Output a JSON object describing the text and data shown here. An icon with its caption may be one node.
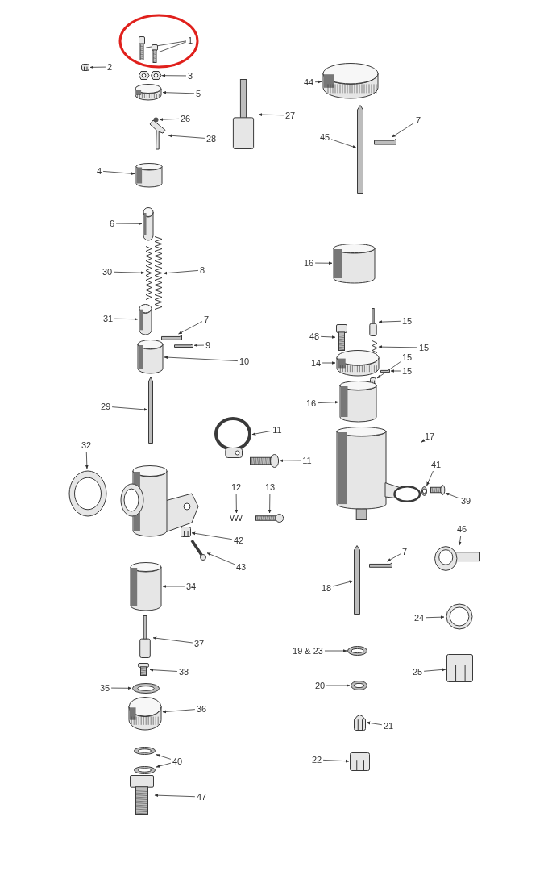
{
  "diagram": {
    "nodes": [
      {
        "text": [
          "1"
        ]
      },
      {
        "text": [],
        "shape": "picture"
      },
      {
        "text": [],
        "shape": "picture"
      },
      {
        "text": [
          "2"
        ]
      },
      {
        "text": [],
        "shape": "picture"
      },
      {
        "text": [
          "3"
        ]
      },
      {
        "text": [],
        "shape": "picture"
      },
      {
        "text": [
          "5"
        ]
      },
      {
        "text": [],
        "shape": "picture"
      },
      {
        "text": [
          "26"
        ]
      },
      {
        "text": [],
        "shape": "circle"
      },
      {
        "text": [
          "28"
        ]
      },
      {
        "text": [],
        "shape": "picture"
      },
      {
        "text": [
          "4"
        ]
      },
      {
        "text": [],
        "shape": "picture"
      },
      {
        "text": [
          "27"
        ]
      },
      {
        "text": [],
        "shape": "picture"
      },
      {
        "text": [
          "44"
        ]
      },
      {
        "text": [],
        "shape": "picture"
      },
      {
        "text": [
          "45"
        ]
      },
      {
        "text": [],
        "shape": "bar"
      },
      {
        "text": [
          "7"
        ]
      },
      {
        "text": [],
        "shape": "bar"
      },
      {
        "text": [
          "6"
        ]
      },
      {
        "text": [],
        "shape": "picture"
      },
      {
        "text": [
          "30"
        ]
      },
      {
        "text": [],
        "shape": "picture"
      },
      {
        "text": [
          "8"
        ]
      },
      {
        "text": [],
        "shape": "picture"
      },
      {
        "text": [
          "31"
        ]
      },
      {
        "text": [],
        "shape": "picture"
      },
      {
        "text": [
          "7"
        ]
      },
      {
        "text": [],
        "shape": "bar"
      },
      {
        "text": [
          "9"
        ]
      },
      {
        "text": [],
        "shape": "bar"
      },
      {
        "text": [
          "10"
        ]
      },
      {
        "text": [],
        "shape": "picture"
      },
      {
        "text": [
          "29"
        ]
      },
      {
        "text": [],
        "shape": "bar"
      },
      {
        "text": [
          "11"
        ]
      },
      {
        "text": [],
        "shape": "circle"
      },
      {
        "text": [
          "11"
        ]
      },
      {
        "text": [],
        "shape": "picture"
      },
      {
        "text": [
          "32"
        ]
      },
      {
        "text": [],
        "shape": "picture"
      },
      {
        "text": [
          "12"
        ]
      },
      {
        "text": [],
        "shape": "picture"
      },
      {
        "text": [
          "13"
        ]
      },
      {
        "text": [],
        "shape": "picture"
      },
      {
        "text": [
          "42"
        ]
      },
      {
        "text": [],
        "shape": "picture"
      },
      {
        "text": [
          "43"
        ]
      },
      {
        "text": [],
        "shape": "picture"
      },
      {
        "text": [
          "34"
        ]
      },
      {
        "text": [],
        "shape": "picture"
      },
      {
        "text": [
          "37"
        ]
      },
      {
        "text": [],
        "shape": "picture"
      },
      {
        "text": [
          "38"
        ]
      },
      {
        "text": [],
        "shape": "picture"
      },
      {
        "text": [
          "35"
        ]
      },
      {
        "text": [],
        "shape": "picture"
      },
      {
        "text": [
          "36"
        ]
      },
      {
        "text": [],
        "shape": "picture"
      },
      {
        "text": [
          "40"
        ]
      },
      {
        "text": [],
        "shape": "picture"
      },
      {
        "text": [],
        "shape": "picture"
      },
      {
        "text": [
          "47"
        ]
      },
      {
        "text": [],
        "shape": "picture"
      },
      {
        "text": [
          "16"
        ]
      },
      {
        "text": [],
        "shape": "picture"
      },
      {
        "text": [
          "48"
        ]
      },
      {
        "text": [],
        "shape": "picture"
      },
      {
        "text": [
          "15"
        ]
      },
      {
        "text": [],
        "shape": "picture"
      },
      {
        "text": [
          "15"
        ]
      },
      {
        "text": [],
        "shape": "picture"
      },
      {
        "text": [
          "15"
        ]
      },
      {
        "text": [],
        "shape": "picture"
      },
      {
        "text": [
          "15"
        ]
      },
      {
        "text": [],
        "shape": "bar"
      },
      {
        "text": [
          "14"
        ]
      },
      {
        "text": [],
        "shape": "picture"
      },
      {
        "text": [
          "16"
        ]
      },
      {
        "text": [],
        "shape": "picture"
      },
      {
        "text": [
          "17"
        ]
      },
      {
        "text": [],
        "shape": "picture"
      },
      {
        "text": [
          "41"
        ]
      },
      {
        "text": [],
        "shape": "picture"
      },
      {
        "text": [
          "39"
        ]
      },
      {
        "text": [],
        "shape": "picture"
      },
      {
        "text": [
          "46"
        ]
      },
      {
        "text": [],
        "shape": "picture"
      },
      {
        "text": [
          "7"
        ]
      },
      {
        "text": [],
        "shape": "bar"
      },
      {
        "text": [
          "18"
        ]
      },
      {
        "text": [],
        "shape": "bar"
      },
      {
        "text": [
          "24"
        ]
      },
      {
        "text": [],
        "shape": "picture"
      },
      {
        "text": [
          "19 & 23"
        ]
      },
      {
        "text": [],
        "shape": "picture"
      },
      {
        "text": [
          "25"
        ]
      },
      {
        "text": [],
        "shape": "picture"
      },
      {
        "text": [
          "20"
        ]
      },
      {
        "text": [],
        "shape": "picture"
      },
      {
        "text": [
          "21"
        ]
      },
      {
        "text": [],
        "shape": "picture"
      },
      {
        "text": [
          "22"
        ]
      },
      {
        "text": [],
        "shape": "picture"
      }
    ],
    "edges": [
      {
        "from": 0,
        "to": 1,
        "arrow": "none"
      },
      {
        "from": 0,
        "to": 2,
        "arrow": "none"
      },
      {
        "from": 3,
        "to": 4,
        "arrow": "to"
      },
      {
        "from": 5,
        "to": 6,
        "arrow": "to"
      },
      {
        "from": 7,
        "to": 8,
        "arrow": "to"
      },
      {
        "from": 9,
        "to": 10,
        "arrow": "to"
      },
      {
        "from": 11,
        "to": 12,
        "arrow": "to"
      },
      {
        "from": 13,
        "to": 14,
        "arrow": "to"
      },
      {
        "from": 15,
        "to": 16,
        "arrow": "to"
      },
      {
        "from": 17,
        "to": 18,
        "arrow": "to"
      },
      {
        "from": 19,
        "to": 20,
        "arrow": "to"
      },
      {
        "from": 21,
        "to": 22,
        "arrow": "to"
      },
      {
        "from": 23,
        "to": 24,
        "arrow": "to"
      },
      {
        "from": 25,
        "to": 26,
        "arrow": "to"
      },
      {
        "from": 27,
        "to": 28,
        "arrow": "to"
      },
      {
        "from": 29,
        "to": 30,
        "arrow": "to"
      },
      {
        "from": 31,
        "to": 32,
        "arrow": "to"
      },
      {
        "from": 33,
        "to": 34,
        "arrow": "to"
      },
      {
        "from": 35,
        "to": 36,
        "arrow": "to"
      },
      {
        "from": 37,
        "to": 38,
        "arrow": "to"
      },
      {
        "from": 39,
        "to": 40,
        "arrow": "to"
      },
      {
        "from": 41,
        "to": 42,
        "arrow": "to"
      },
      {
        "from": 43,
        "to": 44,
        "arrow": "to"
      },
      {
        "from": 45,
        "to": 46,
        "arrow": "to"
      },
      {
        "from": 47,
        "to": 48,
        "arrow": "to"
      },
      {
        "from": 49,
        "to": 50,
        "arrow": "to"
      },
      {
        "from": 51,
        "to": 52,
        "arrow": "to"
      },
      {
        "from": 53,
        "to": 54,
        "arrow": "to"
      },
      {
        "from": 55,
        "to": 56,
        "arrow": "to"
      },
      {
        "from": 57,
        "to": 58,
        "arrow": "to"
      },
      {
        "from": 59,
        "to": 60,
        "arrow": "to"
      },
      {
        "from": 61,
        "to": 62,
        "arrow": "to"
      },
      {
        "from": 63,
        "to": 64,
        "arrow": "to"
      },
      {
        "from": 63,
        "to": 65,
        "arrow": "to"
      },
      {
        "from": 66,
        "to": 67,
        "arrow": "to"
      },
      {
        "from": 68,
        "to": 69,
        "arrow": "to"
      },
      {
        "from": 70,
        "to": 71,
        "arrow": "to"
      },
      {
        "from": 72,
        "to": 73,
        "arrow": "to"
      },
      {
        "from": 74,
        "to": 75,
        "arrow": "to"
      },
      {
        "from": 76,
        "to": 77,
        "arrow": "to"
      },
      {
        "from": 78,
        "to": 79,
        "arrow": "to"
      },
      {
        "from": 80,
        "to": 81,
        "arrow": "to"
      },
      {
        "from": 82,
        "to": 83,
        "arrow": "to"
      },
      {
        "from": 84,
        "to": 85,
        "arrow": "to"
      },
      {
        "from": 86,
        "to": 87,
        "arrow": "to"
      },
      {
        "from": 88,
        "to": 89,
        "arrow": "to"
      },
      {
        "from": 90,
        "to": 91,
        "arrow": "to"
      },
      {
        "from": 92,
        "to": 93,
        "arrow": "to"
      },
      {
        "from": 94,
        "to": 95,
        "arrow": "to"
      },
      {
        "from": 96,
        "to": 97,
        "arrow": "to"
      },
      {
        "from": 98,
        "to": 99,
        "arrow": "to"
      },
      {
        "from": 100,
        "to": 101,
        "arrow": "to"
      },
      {
        "from": 102,
        "to": 103,
        "arrow": "to"
      },
      {
        "from": 104,
        "to": 105,
        "arrow": "to"
      },
      {
        "from": 106,
        "to": 107,
        "arrow": "to"
      }
    ]
  }
}
